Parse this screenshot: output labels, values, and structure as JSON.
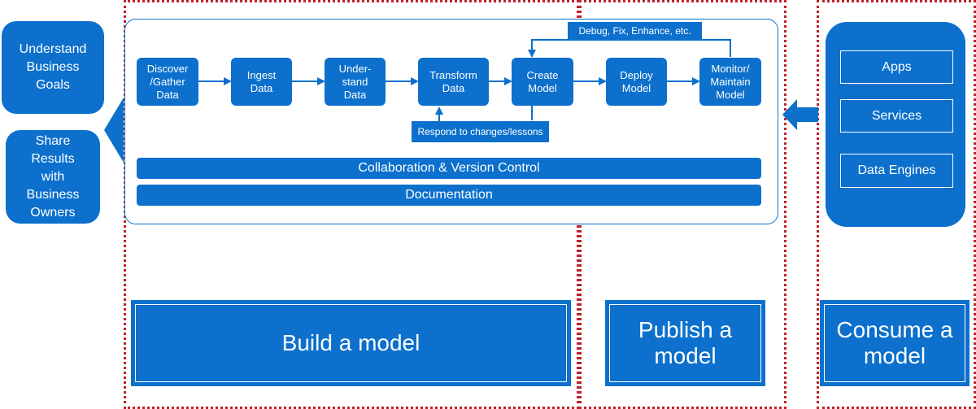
{
  "left": {
    "understand_goals": "Understand\nBusiness\nGoals",
    "share_results": "Share\nResults\nwith\nBusiness\nOwners"
  },
  "steps": {
    "discover": "Discover\n/Gather\nData",
    "ingest": "Ingest\nData",
    "understand": "Under-\nstand\nData",
    "transform": "Transform\nData",
    "create": "Create\nModel",
    "deploy": "Deploy\nModel",
    "monitor": "Monitor/\nMaintain\nModel"
  },
  "feedback": {
    "debug": "Debug, Fix, Enhance, etc.",
    "respond": "Respond to changes/lessons"
  },
  "bars": {
    "collab": "Collaboration & Version Control",
    "docs": "Documentation"
  },
  "consume": {
    "apps": "Apps",
    "services": "Services",
    "engines": "Data Engines"
  },
  "stages": {
    "build": "Build a model",
    "publish": "Publish a\nmodel",
    "consume": "Consume a\nmodel"
  },
  "colors": {
    "primary": "#0c70cc",
    "dotted_border": "#c0202a"
  }
}
